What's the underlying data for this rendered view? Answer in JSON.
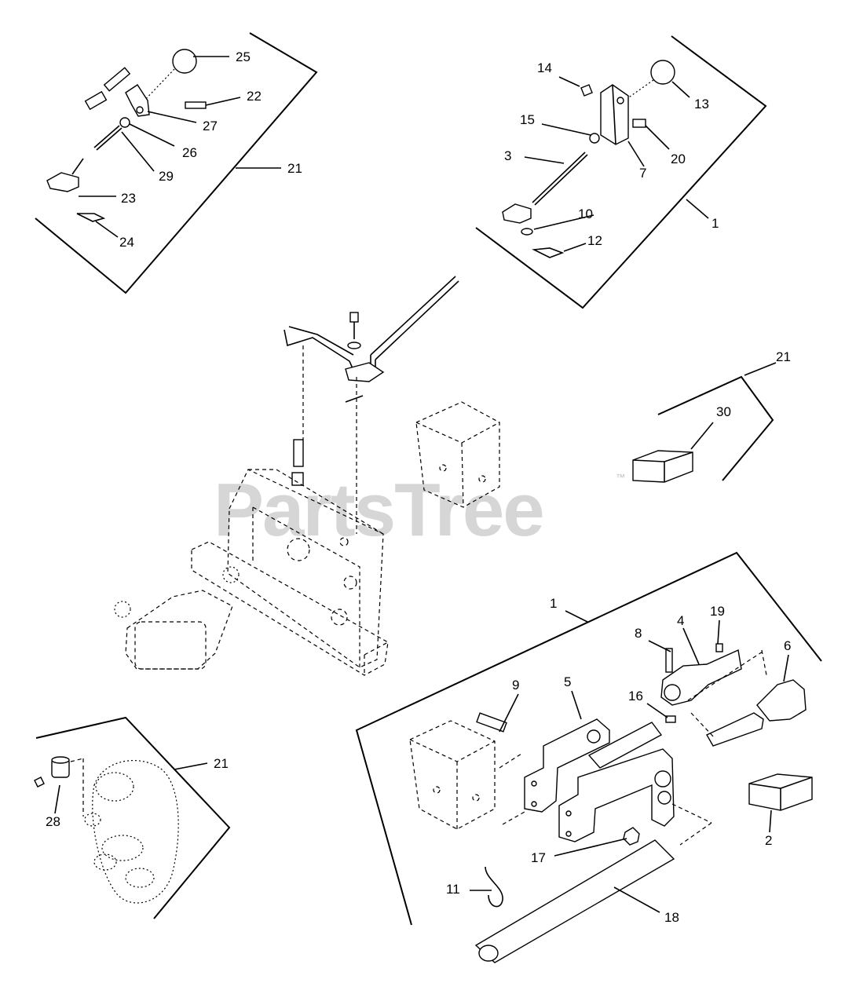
{
  "watermark": {
    "text": "PartsTree",
    "trademark": "™"
  },
  "callouts": {
    "c1a": "1",
    "c1b": "1",
    "c2": "2",
    "c3": "3",
    "c4": "4",
    "c5": "5",
    "c6": "6",
    "c7": "7",
    "c8": "8",
    "c9": "9",
    "c10": "10",
    "c11": "11",
    "c12": "12",
    "c13": "13",
    "c14": "14",
    "c15": "15",
    "c16": "16",
    "c17": "17",
    "c18": "18",
    "c19": "19",
    "c20": "20",
    "c21a": "21",
    "c21b": "21",
    "c21c": "21",
    "c22": "22",
    "c23": "23",
    "c24": "24",
    "c25": "25",
    "c26": "26",
    "c27": "27",
    "c28": "28",
    "c29": "29",
    "c30": "30"
  },
  "colors": {
    "line": "#000000",
    "watermark": "#c8c8c8",
    "background": "#ffffff"
  }
}
